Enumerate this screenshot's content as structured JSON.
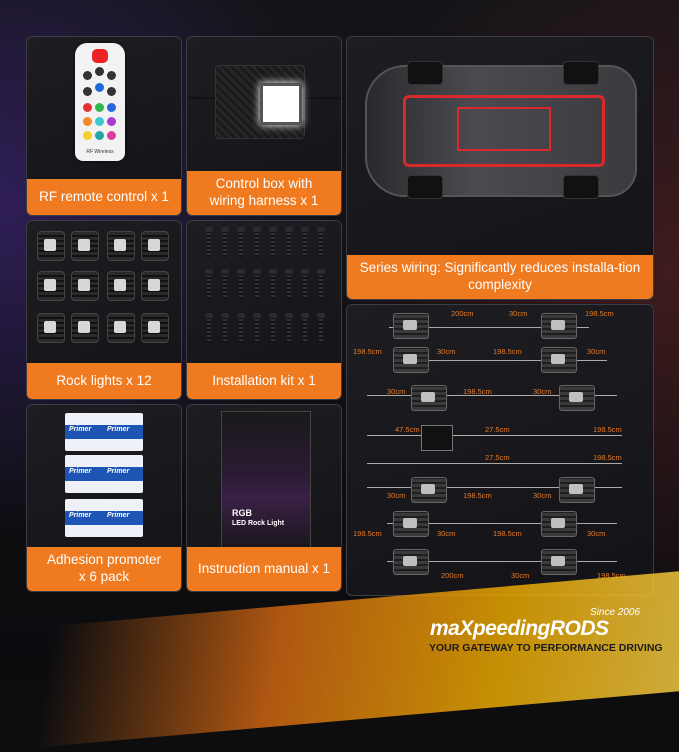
{
  "panels": {
    "remote": {
      "label": "RF remote control x 1",
      "remote_text": "RF Wireless"
    },
    "control_box": {
      "label": "Control box with wiring harness x 1"
    },
    "series": {
      "label": "Series wiring: Significantly reduces installa-tion complexity"
    },
    "rock_lights": {
      "label": "Rock lights x 12"
    },
    "install_kit": {
      "label": "Installation kit x 1"
    },
    "adhesion": {
      "label": "Adhesion promoter x 6 pack",
      "card_text": "Primer"
    },
    "manual": {
      "label": "Instruction manual x 1",
      "cover_title": "RGB",
      "cover_sub": "LED Rock Light"
    }
  },
  "wiring_labels": {
    "row1": [
      "200cm",
      "30cm",
      "198.5cm"
    ],
    "row2": [
      "198.5cm",
      "30cm",
      "198.5cm",
      "30cm"
    ],
    "row3": [
      "30cm",
      "198.5cm",
      "30cm"
    ],
    "mid_a": [
      "47.5cm",
      "27.5cm",
      "198.5cm"
    ],
    "mid_b": [
      "27.5cm",
      "198.5cm"
    ],
    "row4": [
      "30cm",
      "198.5cm",
      "30cm"
    ],
    "row5": [
      "198.5cm",
      "30cm",
      "198.5cm",
      "30cm"
    ],
    "row6": [
      "200cm",
      "30cm",
      "198.5cm"
    ]
  },
  "brand": {
    "since": "Since 2006",
    "logo": "maXpeedingRODS",
    "tagline_a": "YOUR GATEWAY TO",
    "tagline_b": "PERFORMANCE DRIVING"
  },
  "colors": {
    "accent": "#ef7a1f",
    "wire_label": "#e57b28"
  }
}
